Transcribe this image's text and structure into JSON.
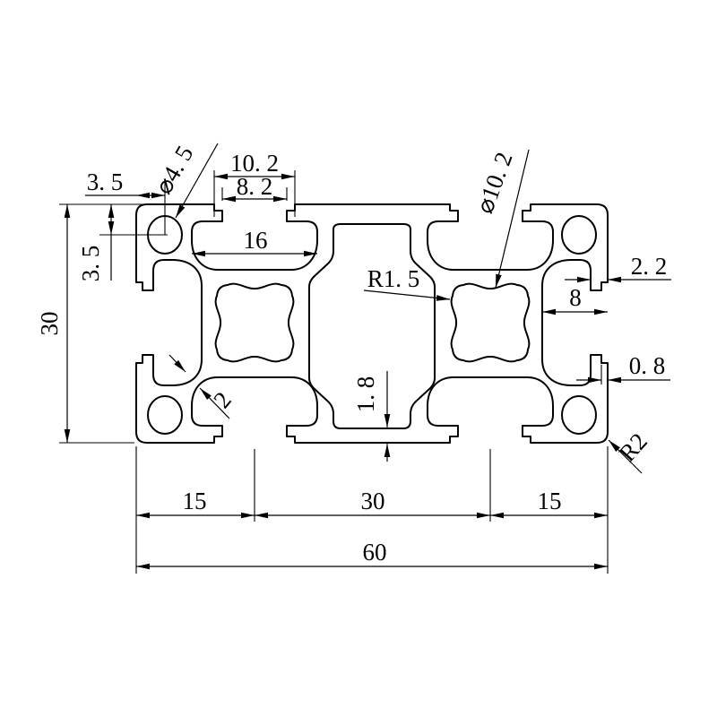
{
  "dims": {
    "hole_offset_x": "3. 5",
    "corner_hole_dia": "⌀4. 5",
    "slot_notch_width": "10. 2",
    "slot_opening_width": "8. 2",
    "slot_cavity_width": "16",
    "center_bore_dia": "⌀10. 2",
    "hole_offset_y": "3. 5",
    "profile_height": "30",
    "cavity_fillet": "R1. 5",
    "lip_depth": "2. 2",
    "side_slot_depth": "8",
    "wall_thickness": "2",
    "step_depth": "0. 8",
    "bottom_web": "1. 8",
    "corner_radius": "R2",
    "pitch_left": "15",
    "pitch_center": "30",
    "pitch_right": "15",
    "overall_width": "60"
  }
}
